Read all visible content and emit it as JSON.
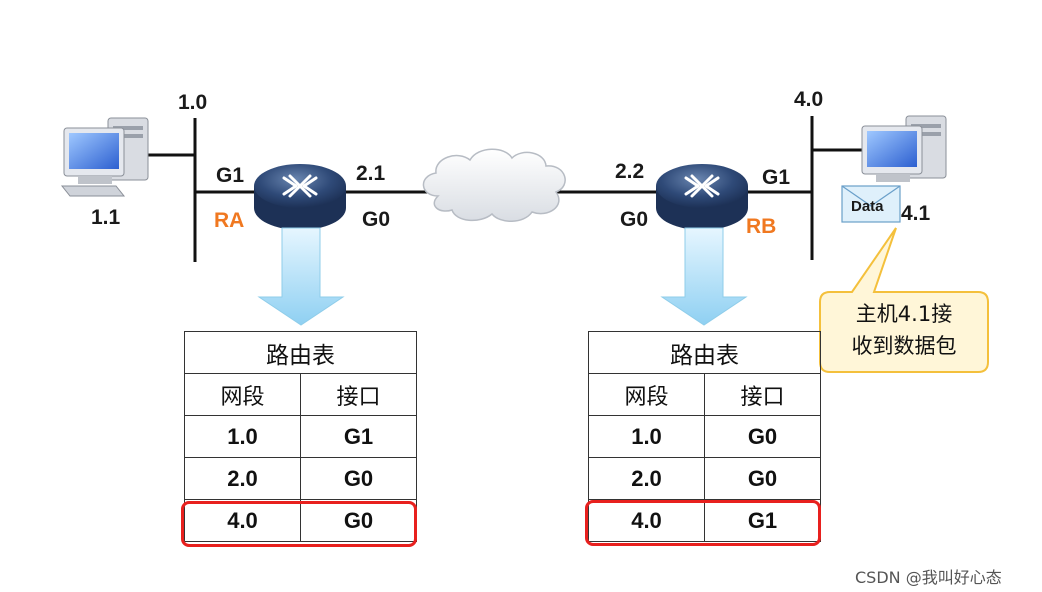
{
  "network": {
    "left_host_ip": "1.1",
    "left_segment": "1.0",
    "ra": {
      "name": "RA",
      "g1": "G1",
      "g0": "G0",
      "g0_ip": "2.1"
    },
    "rb": {
      "name": "RB",
      "g1": "G1",
      "g0": "G0",
      "g0_ip": "2.2"
    },
    "right_segment": "4.0",
    "right_host_ip": "4.1",
    "packet_label": "Data"
  },
  "callout": {
    "line1": "主机4.1接",
    "line2": "收到数据包"
  },
  "tables": [
    {
      "title": "路由表",
      "headers": [
        "网段",
        "接口"
      ],
      "rows": [
        [
          "1.0",
          "G1"
        ],
        [
          "2.0",
          "G0"
        ],
        [
          "4.0",
          "G0"
        ]
      ],
      "highlight_row": 3
    },
    {
      "title": "路由表",
      "headers": [
        "网段",
        "接口"
      ],
      "rows": [
        [
          "1.0",
          "G0"
        ],
        [
          "2.0",
          "G0"
        ],
        [
          "4.0",
          "G1"
        ]
      ],
      "highlight_row": 3
    }
  ],
  "colors": {
    "router_label": "#f07820",
    "highlight": "#e8201e",
    "arrow": "#9fd8f6"
  },
  "watermark": "CSDN @我叫好心态"
}
